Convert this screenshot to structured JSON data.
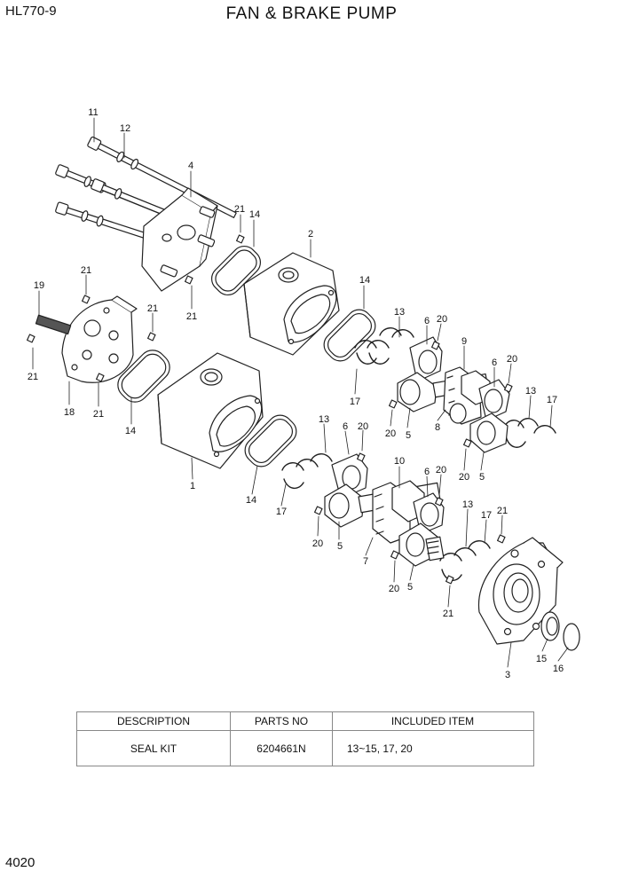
{
  "header": {
    "model": "HL770-9",
    "title": "FAN & BRAKE PUMP"
  },
  "footer": {
    "page_number": "4020"
  },
  "callouts": [
    {
      "label": "11"
    },
    {
      "label": "12"
    },
    {
      "label": "4"
    },
    {
      "label": "21"
    },
    {
      "label": "14"
    },
    {
      "label": "2"
    },
    {
      "label": "21"
    },
    {
      "label": "19"
    },
    {
      "label": "21"
    },
    {
      "label": "21"
    },
    {
      "label": "14"
    },
    {
      "label": "13"
    },
    {
      "label": "6"
    },
    {
      "label": "20"
    },
    {
      "label": "9"
    },
    {
      "label": "6"
    },
    {
      "label": "20"
    },
    {
      "label": "21"
    },
    {
      "label": "18"
    },
    {
      "label": "21"
    },
    {
      "label": "14"
    },
    {
      "label": "17"
    },
    {
      "label": "20"
    },
    {
      "label": "5"
    },
    {
      "label": "8"
    },
    {
      "label": "13"
    },
    {
      "label": "17"
    },
    {
      "label": "20"
    },
    {
      "label": "5"
    },
    {
      "label": "1"
    },
    {
      "label": "13"
    },
    {
      "label": "6"
    },
    {
      "label": "20"
    },
    {
      "label": "10"
    },
    {
      "label": "6"
    },
    {
      "label": "20"
    },
    {
      "label": "14"
    },
    {
      "label": "17"
    },
    {
      "label": "20"
    },
    {
      "label": "5"
    },
    {
      "label": "7"
    },
    {
      "label": "13"
    },
    {
      "label": "17"
    },
    {
      "label": "21"
    },
    {
      "label": "20"
    },
    {
      "label": "5"
    },
    {
      "label": "21"
    },
    {
      "label": "15"
    },
    {
      "label": "16"
    },
    {
      "label": "3"
    }
  ],
  "parts_table": {
    "headers": [
      "DESCRIPTION",
      "PARTS NO",
      "INCLUDED ITEM"
    ],
    "rows": [
      {
        "description": "SEAL KIT",
        "parts_no": "6204661N",
        "included_item": "13~15, 17, 20"
      }
    ]
  }
}
